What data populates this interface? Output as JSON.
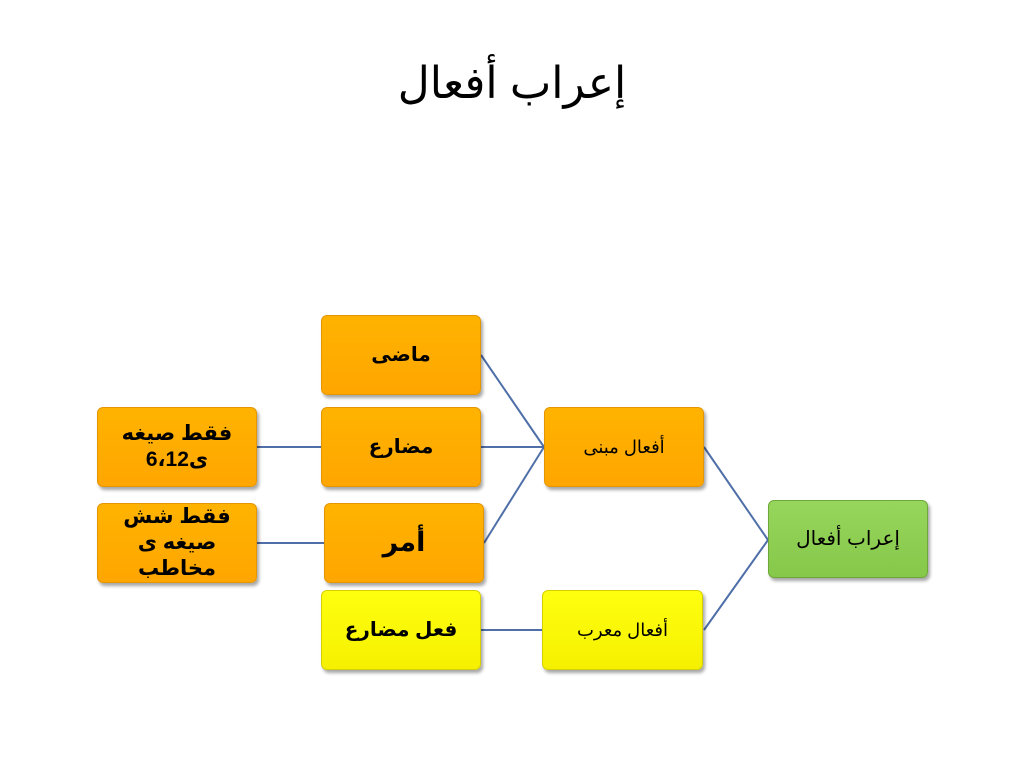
{
  "title": "إعراب أفعال",
  "colors": {
    "orange": "#FFA800",
    "yellow": "#FFFF00",
    "green": "#8CCB52",
    "connector": "#4F6FA8"
  },
  "nodes": {
    "root": "إعراب أفعال",
    "mabni": "أفعال مبنى",
    "murab": "أفعال معرب",
    "madi": "ماضى",
    "mudari": "مضارع",
    "amr": "أمر",
    "fil_mudari": "فعل مضارع",
    "note_mudari": "فقط صيغه ى6،12",
    "note_amr": "فقط شش صيغه ى مخاطب"
  }
}
